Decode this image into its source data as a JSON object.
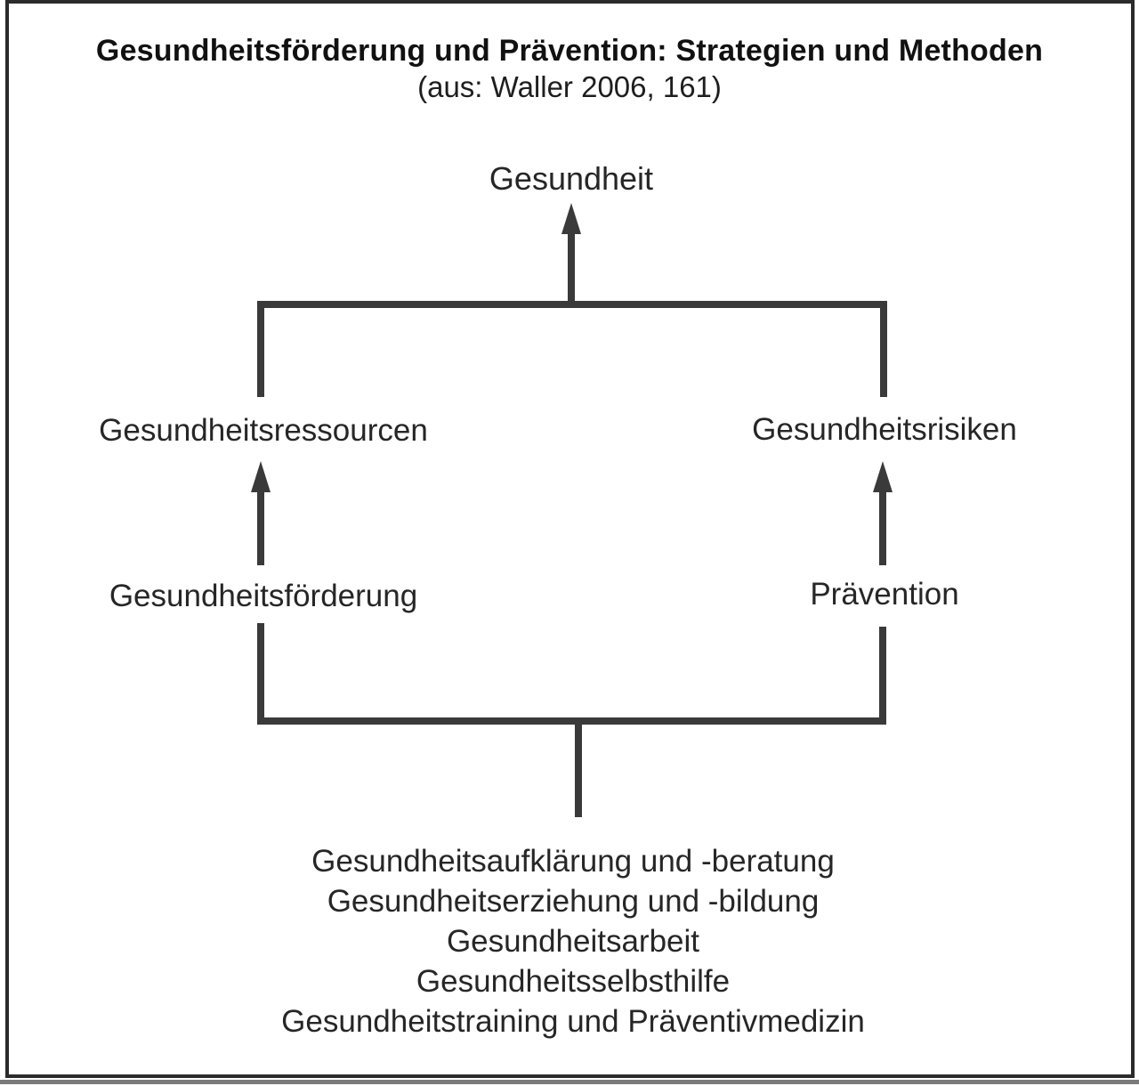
{
  "header": {
    "title": "Gesundheitsförderung und Prävention: Strategien und Methoden",
    "source": "(aus: Waller 2006, 161)"
  },
  "diagram": {
    "top_node": "Gesundheit",
    "left_branch": {
      "outcome": "Gesundheitsressourcen",
      "strategy": "Gesundheitsförderung"
    },
    "right_branch": {
      "outcome": "Gesundheitsrisiken",
      "strategy": "Prävention"
    },
    "methods": [
      "Gesundheitsaufklärung und -beratung",
      "Gesundheitserziehung und -bildung",
      "Gesundheitsarbeit",
      "Gesundheitsselbsthilfe",
      "Gesundheitstraining und Präventivmedizin"
    ]
  },
  "colors": {
    "background": "#ffffff",
    "text": "#1e1e1e",
    "line": "#3a3a3a",
    "frame_border": "#2b2b2b",
    "bottom_bar": "#7b7b7b"
  }
}
